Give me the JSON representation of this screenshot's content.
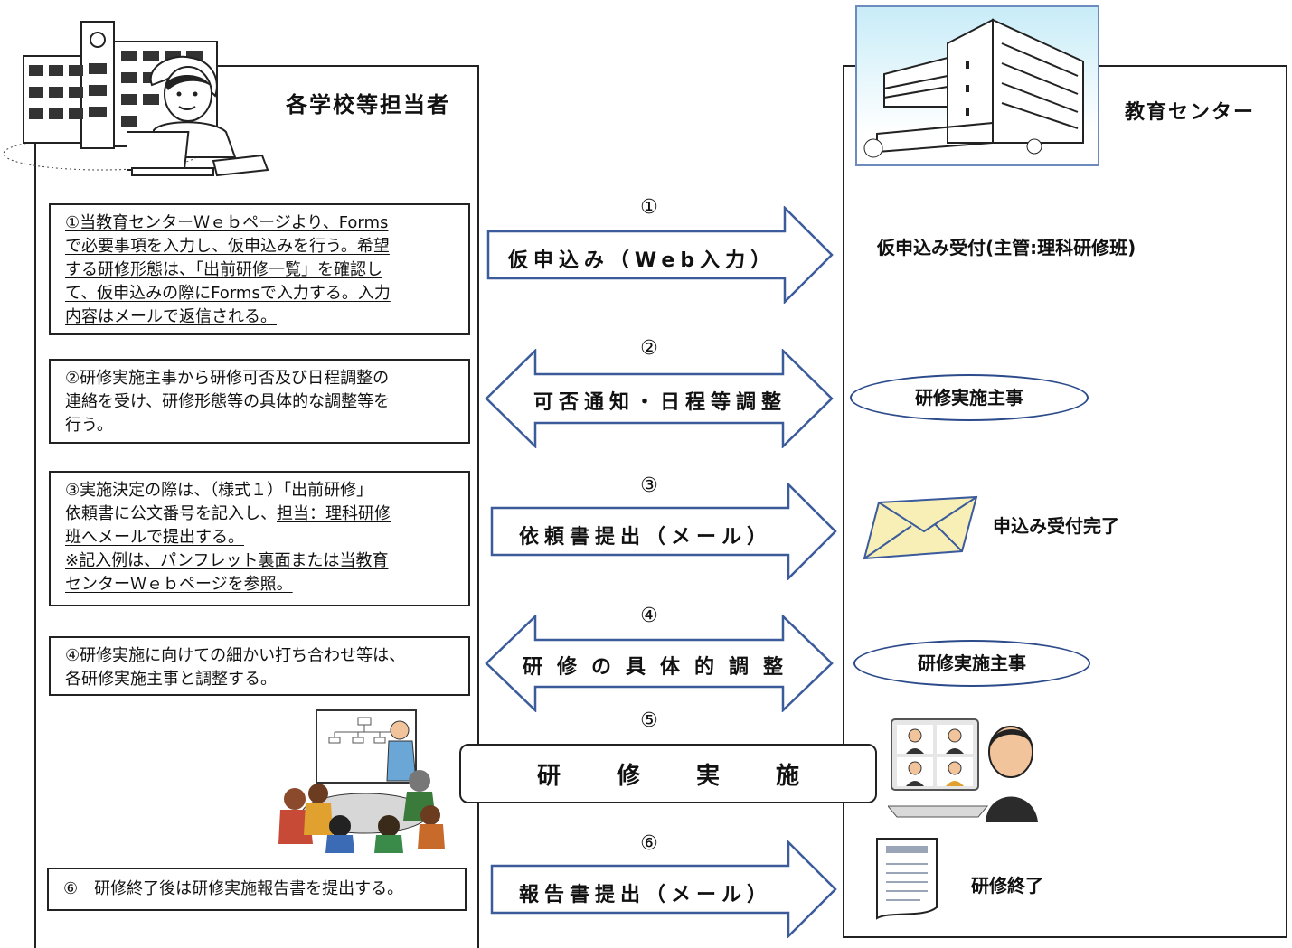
{
  "left_column": {
    "title": "各学校等担当者"
  },
  "right_column": {
    "title": "教育センター"
  },
  "steps": [
    {
      "number": "①",
      "arrow_label": "仮申込み（Web入力）",
      "direction": "right",
      "school_note": {
        "lines": [
          "①当教育センターＷｅｂページより、Forms",
          "で必要事項を入力し、仮申込みを行う。希望",
          "する研修形態は、「出前研修一覧」を確認し",
          "て、仮申込みの際にFormsで入力する。入力",
          "内容はメールで返信される。"
        ]
      },
      "center_text": "仮申込み受付(主管:理科研修班)"
    },
    {
      "number": "②",
      "arrow_label": "可否通知・日程等調整",
      "direction": "both",
      "school_note": {
        "lines": [
          "②研修実施主事から研修可否及び日程調整の",
          "連絡を受け、研修形態等の具体的な調整等を",
          "行う。"
        ]
      },
      "center_text": "研修実施主事"
    },
    {
      "number": "③",
      "arrow_label": "依頼書提出（メール）",
      "direction": "right",
      "school_note": {
        "line1": "③実施決定の際は、（様式１）「出前研修」",
        "line2_plain": "依頼書に公文番号を記入し、",
        "line2_underlined": "担当：理科研修",
        "line3": "班へメールで提出する。",
        "line4": "※記入例は、パンフレット裏面または当教育",
        "line5": "センターＷｅｂページを参照。"
      },
      "center_text": "申込み受付完了"
    },
    {
      "number": "④",
      "arrow_label": "研修の具体的調整",
      "direction": "both",
      "school_note": {
        "lines": [
          "④研修実施に向けての細かい打ち合わせ等は、",
          "各研修実施主事と調整する。"
        ]
      },
      "center_text": "研修実施主事"
    },
    {
      "number": "⑤",
      "box_label": "研修実施"
    },
    {
      "number": "⑥",
      "arrow_label": "報告書提出（メール）",
      "direction": "right",
      "school_note": {
        "text": "⑥　研修終了後は研修実施報告書を提出する。"
      },
      "center_text": "研修終了"
    }
  ],
  "colors": {
    "arrow_stroke": "#3b5b9b",
    "envelope_fill": "#f7efb6",
    "building_bg": "#bfe6f5"
  },
  "icons": [
    "school-building-icon",
    "teacher-laptop-icon",
    "education-center-building-icon",
    "envelope-icon",
    "meeting-illustration-icon",
    "video-conference-icon",
    "document-icon"
  ]
}
